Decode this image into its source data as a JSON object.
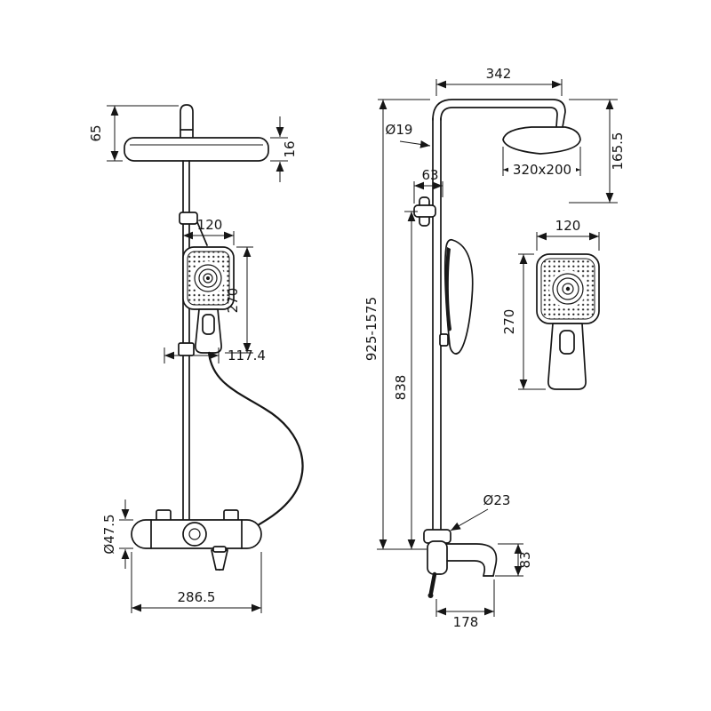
{
  "drawing": {
    "front_view": {
      "dim_head_height": "65",
      "dim_head_thickness": "16",
      "dim_handshower_width": "120",
      "dim_handshower_length": "270",
      "dim_offset": "117.4",
      "dim_mixer_diameter": "Ø47.5",
      "dim_mixer_width": "286.5"
    },
    "side_view": {
      "dim_arm_reach": "342",
      "dim_pipe_diameter": "Ø19",
      "dim_bracket_depth": "63",
      "dim_head_size": "320x200",
      "dim_head_drop": "165.5",
      "dim_total_height": "925-1575",
      "dim_riser_height": "838",
      "dim_spout_diameter": "Ø23",
      "dim_spout_drop": "83",
      "dim_spout_reach": "178"
    },
    "handshower_detail": {
      "dim_width": "120",
      "dim_length": "270"
    }
  }
}
